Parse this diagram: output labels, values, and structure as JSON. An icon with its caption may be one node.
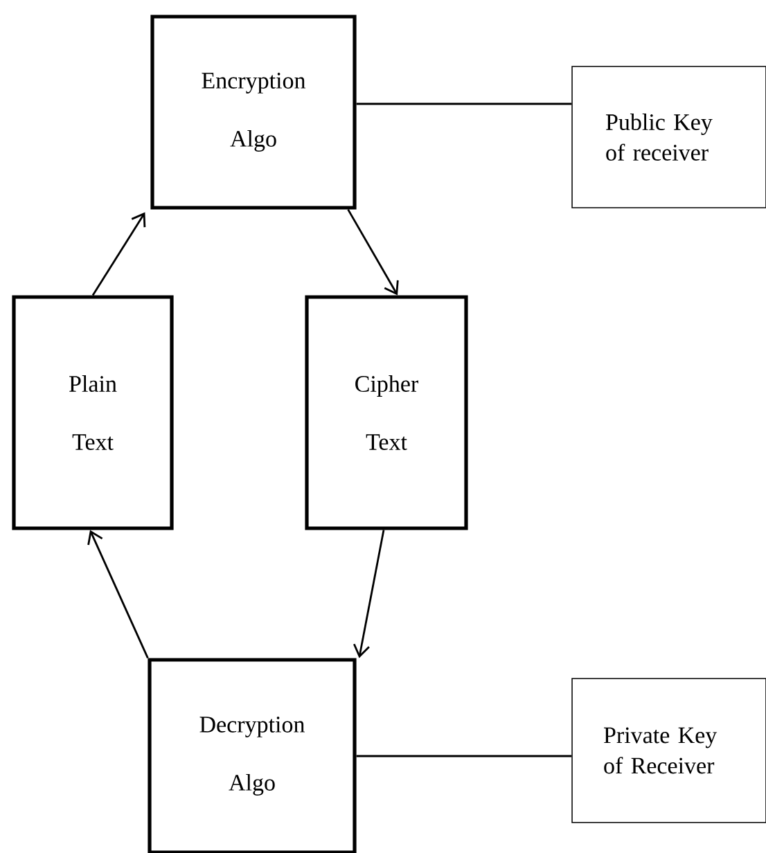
{
  "diagram": {
    "nodes": [
      {
        "text": [
          "Encryption Algo"
        ]
      },
      {
        "text": [
          "Public Key of receiver"
        ]
      },
      {
        "text": [
          "Plain Text"
        ]
      },
      {
        "text": [
          "Cipher Text"
        ]
      },
      {
        "text": [
          "Decryption Algo"
        ]
      },
      {
        "text": [
          "Private Key of Receiver"
        ]
      }
    ],
    "edges": [
      {
        "from": 2,
        "to": 0,
        "arrow": "to"
      },
      {
        "from": 0,
        "to": 3,
        "arrow": "to"
      },
      {
        "from": 3,
        "to": 4,
        "arrow": "to"
      },
      {
        "from": 4,
        "to": 2,
        "arrow": "to"
      },
      {
        "from": 0,
        "to": 1,
        "arrow": "none"
      },
      {
        "from": 4,
        "to": 5,
        "arrow": "none"
      }
    ]
  }
}
